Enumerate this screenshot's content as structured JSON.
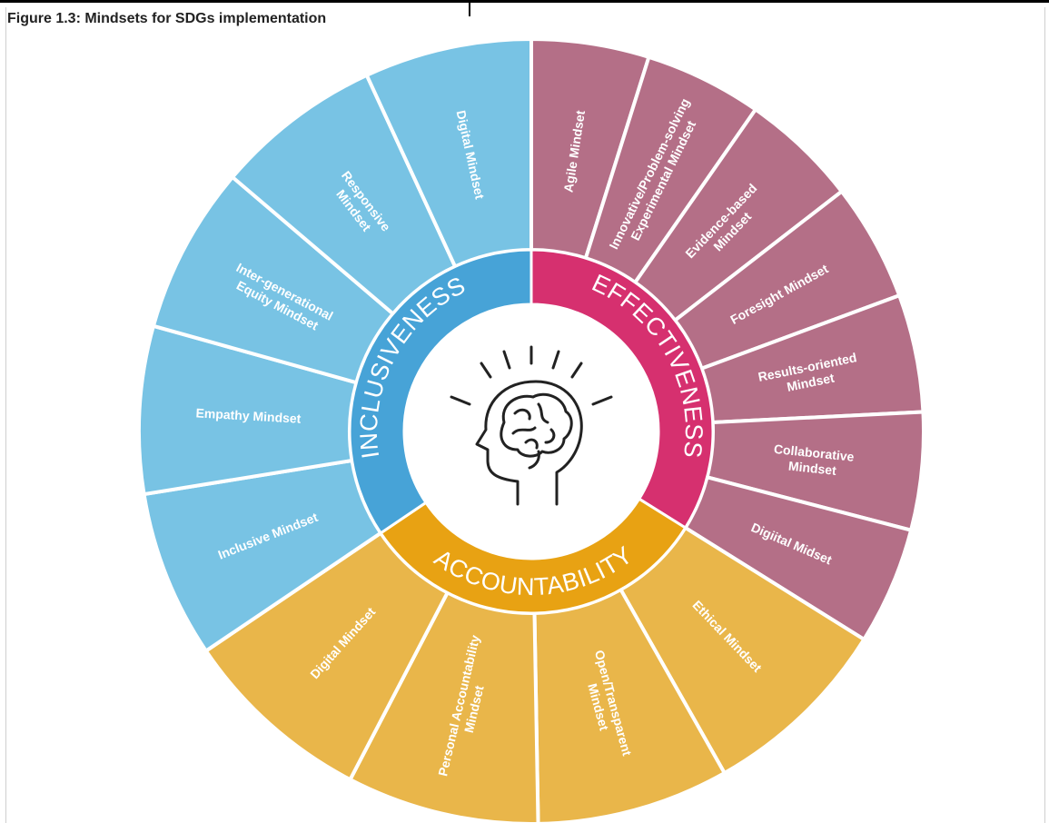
{
  "figure": {
    "title": "Figure 1.3: Mindsets for SDGs implementation"
  },
  "colors": {
    "inclusiveness_outer": "#78c3e4",
    "inclusiveness_inner": "#47a3d7",
    "effectiveness_outer": "#b46f87",
    "effectiveness_inner": "#d6306f",
    "accountability_outer": "#e9b64a",
    "accountability_inner": "#e8a213",
    "divider": "#ffffff"
  },
  "center": {
    "icon": "head-with-brain-icon"
  },
  "categories": [
    {
      "key": "effectiveness",
      "label": "EFFECTIVENESS",
      "mindsets": [
        [
          "Agile Mindset"
        ],
        [
          "Innovative/Problem-solving",
          "Experimental Mindset"
        ],
        [
          "Evidence-based",
          "Mindset"
        ],
        [
          "Foresight Mindset"
        ],
        [
          "Results-oriented",
          "Mindset"
        ],
        [
          "Collaborative",
          "Mindset"
        ],
        [
          "Digiital Midset"
        ]
      ]
    },
    {
      "key": "accountability",
      "label": "ACCOUNTABILITY",
      "mindsets": [
        [
          "Ethical Mindset"
        ],
        [
          "Open/Transparent",
          "Mindset"
        ],
        [
          "Personal Accountability",
          "Mindset"
        ],
        [
          "Digital Mindset"
        ]
      ]
    },
    {
      "key": "inclusiveness",
      "label": "INCLUSIVENESS",
      "mindsets": [
        [
          "Inclusive Mindset"
        ],
        [
          "Empathy Mindset"
        ],
        [
          "Inter-generational",
          "Equity Mindset"
        ],
        [
          "Responsive",
          "Mindset"
        ],
        [
          "Digital Mindset"
        ]
      ]
    }
  ]
}
